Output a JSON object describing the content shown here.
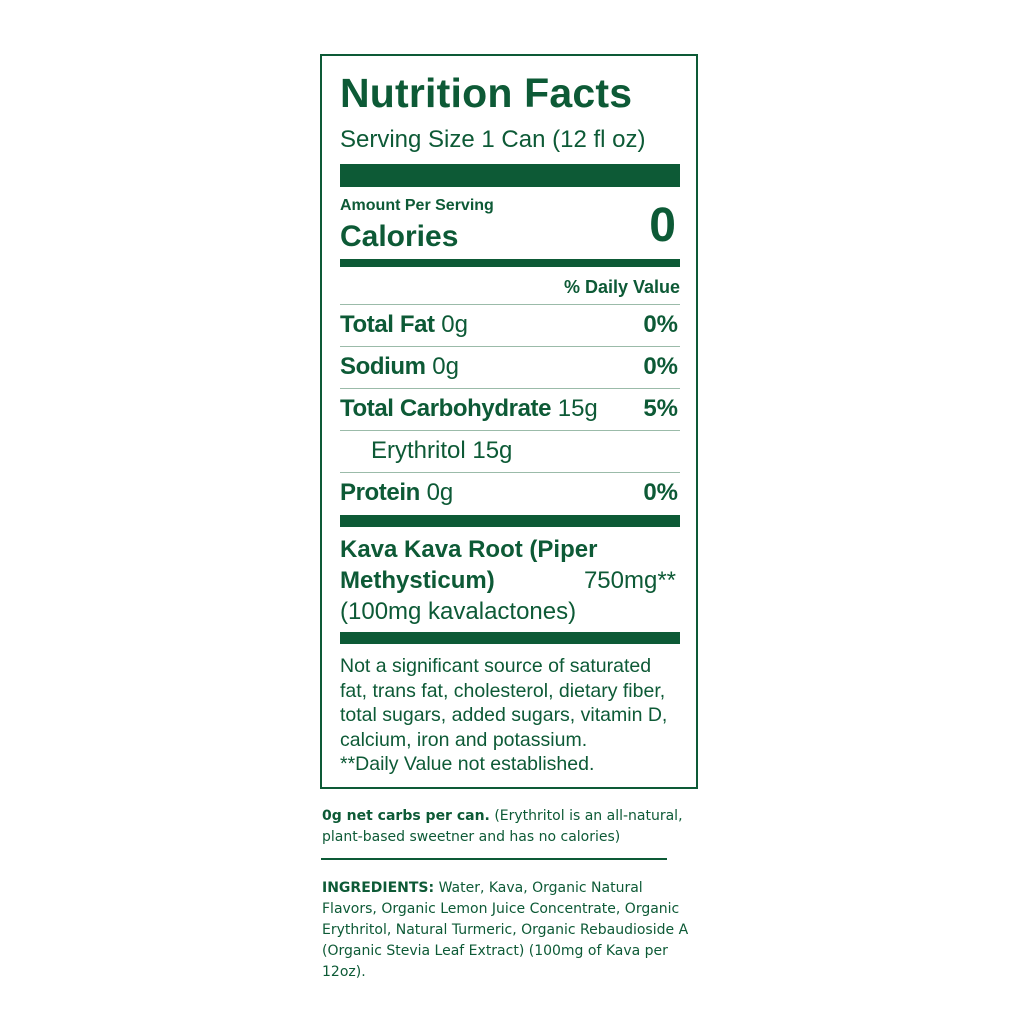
{
  "label": {
    "title": "Nutrition Facts",
    "serving_size": "Serving Size 1 Can (12 fl oz)",
    "amount_per_serving": "Amount Per Serving",
    "calories_label": "Calories",
    "calories_value": "0",
    "daily_value_header": "% Daily Value",
    "nutrients": [
      {
        "name": "Total Fat",
        "amount": "0g",
        "dv": "0%"
      },
      {
        "name": "Sodium",
        "amount": "0g",
        "dv": "0%"
      },
      {
        "name": "Total Carbohydrate",
        "amount": "15g",
        "dv": "5%"
      },
      {
        "name": "Erythritol",
        "amount": "15g",
        "dv": ""
      },
      {
        "name": "Protein",
        "amount": "0g",
        "dv": "0%"
      }
    ],
    "kava": {
      "name_line1": "Kava Kava Root (Piper",
      "name_line2": "Methysticum)",
      "amount": "750mg**",
      "note": "(100mg kavalactones)"
    },
    "footnote": "Not a significant source of saturated fat, trans fat, cholesterol, dietary fiber, total sugars, added sugars, vitamin D, calcium, iron and potassium.",
    "footnote_dv": "**Daily Value not established."
  },
  "net_carbs": {
    "bold": "0g net carbs per can.",
    "text": "(Erythritol is an all-natural, plant-based sweetner and has no calories)"
  },
  "ingredients": {
    "heading": "INGREDIENTS:",
    "text": "Water, Kava, Organic Natural Flavors, Organic Lemon Juice Concentrate, Organic Erythritol, Natural Turmeric, Organic Rebaudioside A (Organic Stevia Leaf Extract) (100mg of Kava per 12oz)."
  },
  "colors": {
    "label_green": "#0d5a36",
    "background": "#ffffff"
  }
}
